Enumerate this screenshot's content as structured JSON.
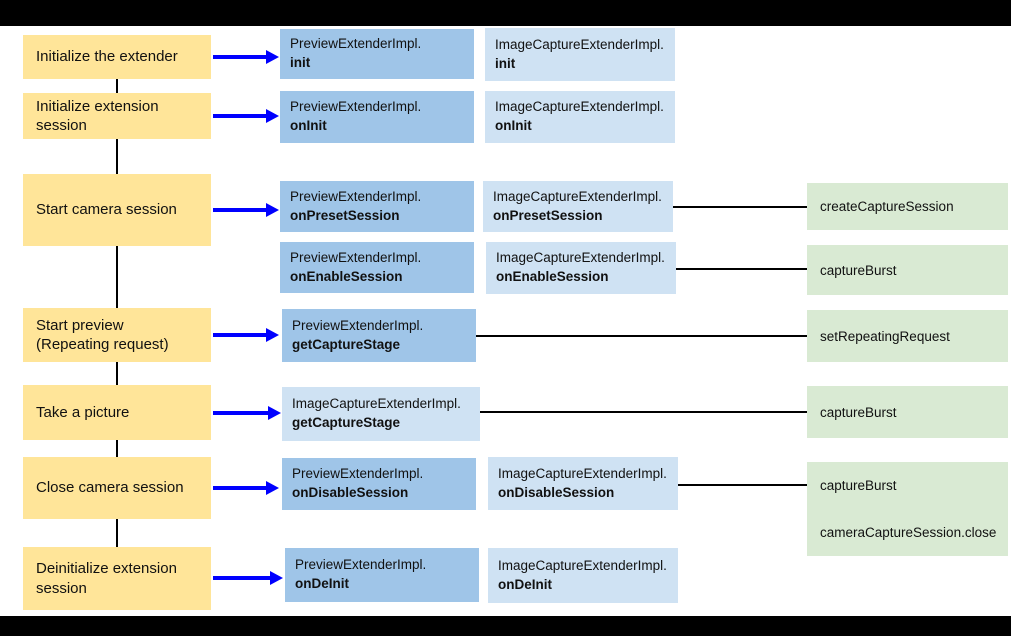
{
  "diagram": {
    "kind": "camera-extension-lifecycle-flowchart",
    "colors": {
      "step_box": "#FFE599",
      "preview_extender_box": "#9FC5E8",
      "image_capture_extender_box": "#CFE2F3",
      "camera2_call_box": "#D9EAD3",
      "arrow": "#0000FF",
      "connector_line": "#000000",
      "text": "#111111",
      "letterbox_bar": "#000000"
    }
  },
  "steps": [
    {
      "line1": "Initialize the extender",
      "line2": ""
    },
    {
      "line1": "Initialize extension",
      "line2": "session"
    },
    {
      "line1": "Start camera session",
      "line2": ""
    },
    {
      "line1": "Start preview",
      "line2": "(Repeating request)"
    },
    {
      "line1": "Take a picture",
      "line2": ""
    },
    {
      "line1": "Close camera session",
      "line2": ""
    },
    {
      "line1": "Deinitialize extension",
      "line2": "session"
    }
  ],
  "preview_calls": [
    {
      "class": "PreviewExtenderImpl.",
      "method": "init"
    },
    {
      "class": "PreviewExtenderImpl.",
      "method": "onInit"
    },
    {
      "class": "PreviewExtenderImpl.",
      "method": "onPresetSession"
    },
    {
      "class": "PreviewExtenderImpl.",
      "method": "onEnableSession"
    },
    {
      "class": "PreviewExtenderImpl.",
      "method": "getCaptureStage"
    },
    {
      "class": "PreviewExtenderImpl.",
      "method": "onDisableSession"
    },
    {
      "class": "PreviewExtenderImpl.",
      "method": "onDeInit"
    }
  ],
  "image_capture_calls": [
    {
      "class": "ImageCaptureExtenderImpl.",
      "method": "init"
    },
    {
      "class": "ImageCaptureExtenderImpl.",
      "method": "onInit"
    },
    {
      "class": "ImageCaptureExtenderImpl.",
      "method": "onPresetSession"
    },
    {
      "class": "ImageCaptureExtenderImpl.",
      "method": "onEnableSession"
    },
    {
      "class": "ImageCaptureExtenderImpl.",
      "method": "getCaptureStage"
    },
    {
      "class": "ImageCaptureExtenderImpl.",
      "method": "onDisableSession"
    },
    {
      "class": "ImageCaptureExtenderImpl.",
      "method": "onDeInit"
    }
  ],
  "camera2_calls": [
    {
      "label": "createCaptureSession"
    },
    {
      "label": "captureBurst"
    },
    {
      "label": "setRepeatingRequest"
    },
    {
      "label": "captureBurst"
    },
    {
      "label": "captureBurst"
    },
    {
      "label": "cameraCaptureSession.close"
    }
  ]
}
